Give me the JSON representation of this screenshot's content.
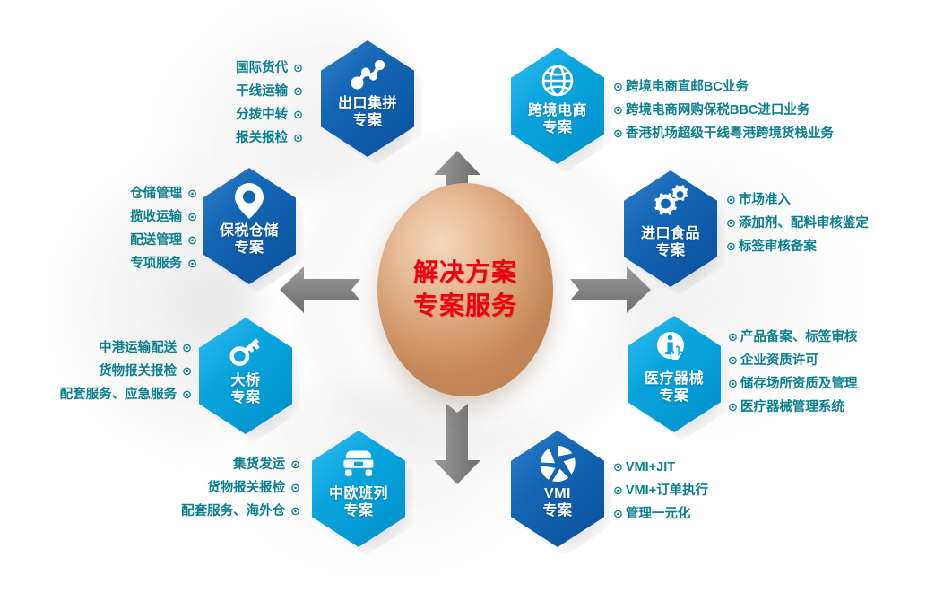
{
  "center": {
    "line1": "解决方案",
    "line2": "专案服务",
    "text_color": "#f0000d",
    "sphere_color": "#e0ae85"
  },
  "theme": {
    "bullet_text_color": "#0b7f8e",
    "bullet_marker": "⊙",
    "hex_dark_blue": "#0b55a5",
    "hex_light_blue": "#00a3dd",
    "arrow_color": "#7d7d7d"
  },
  "arrows": [
    {
      "name": "arrow-up",
      "direction": "up"
    },
    {
      "name": "arrow-right",
      "direction": "right"
    },
    {
      "name": "arrow-down",
      "direction": "down"
    },
    {
      "name": "arrow-left",
      "direction": "left"
    }
  ],
  "nodes": [
    {
      "id": "export-consolidation",
      "icon": "network-nodes-icon",
      "color": "dark",
      "title_line1": "出口集拼",
      "title_line2": "专案",
      "bullets_side": "left",
      "bullets": [
        "国际货代",
        "干线运输",
        "分拨中转",
        "报关报检"
      ]
    },
    {
      "id": "cross-border-ecommerce",
      "icon": "globe-icon",
      "color": "light",
      "title_line1": "跨境电商",
      "title_line2": "专案",
      "bullets_side": "right",
      "bullets": [
        "跨境电商直邮BC业务",
        "跨境电商网购保税BBC进口业务",
        "香港机场超级干线粤港跨境货栈业务"
      ]
    },
    {
      "id": "bonded-warehouse",
      "icon": "map-pin-icon",
      "color": "dark",
      "title_line1": "保税仓储",
      "title_line2": "专案",
      "bullets_side": "left",
      "bullets": [
        "仓储管理",
        "揽收运输",
        "配送管理",
        "专项服务"
      ]
    },
    {
      "id": "imported-food",
      "icon": "gears-icon",
      "color": "dark",
      "title_line1": "进口食品",
      "title_line2": "专案",
      "bullets_side": "right",
      "bullets": [
        "市场准入",
        "添加剂、配料审核鉴定",
        "标签审核备案"
      ]
    },
    {
      "id": "bridge",
      "icon": "key-icon",
      "color": "light",
      "title_line1": "大桥",
      "title_line2": "专案",
      "bullets_side": "left",
      "bullets": [
        "中港运输配送",
        "货物报关报检",
        "配套服务、应急服务"
      ]
    },
    {
      "id": "medical-devices",
      "icon": "info-hand-icon",
      "color": "light",
      "title_line1": "医疗器械",
      "title_line2": "专案",
      "bullets_side": "right",
      "bullets": [
        "产品备案、标签审核",
        "企业资质许可",
        "储存场所资质及管理",
        "医疗器械管理系统"
      ]
    },
    {
      "id": "china-europe-railway",
      "icon": "truck-icon",
      "color": "light",
      "title_line1": "中欧班列",
      "title_line2": "专案",
      "bullets_side": "left",
      "bullets": [
        "集货发运",
        "货物报关报检",
        "配套服务、海外仓"
      ]
    },
    {
      "id": "vmi",
      "icon": "aperture-icon",
      "color": "dark",
      "title_line1": "VMI",
      "title_line2": "专案",
      "bullets_side": "right",
      "bullets": [
        "VMI+JIT",
        "VMI+订单执行",
        "管理一元化"
      ]
    }
  ]
}
